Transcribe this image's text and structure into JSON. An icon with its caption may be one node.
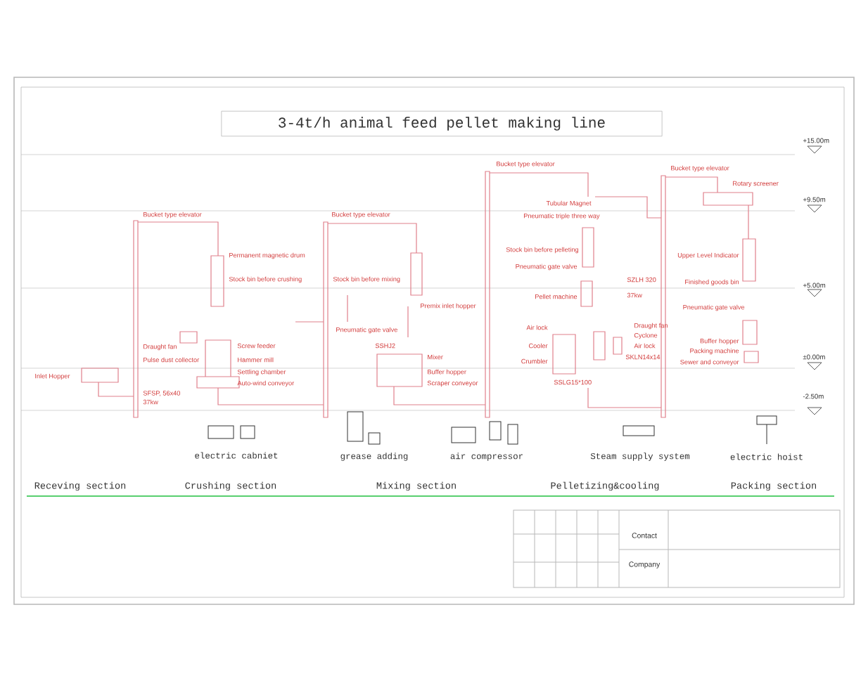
{
  "diagram": {
    "title": "3-4t/h animal feed pellet making line",
    "labels": [
      "+15.00m",
      "+9.50m",
      "+5.00m",
      "±0.00m",
      "-2.50m",
      "Inlet Hopper",
      "Bucket type elevator",
      "Permanent magnetic drum",
      "Stock bin before crushing",
      "Draught fan",
      "Pulse dust collector",
      "Screw feeder",
      "Hammer mill",
      "Settling chamber",
      "Auto-wind conveyor",
      "SFSP, 56x40",
      "37kw",
      "Bucket type elevator",
      "Stock bin before mixing",
      "Premix inlet hopper",
      "Pneumatic gate valve",
      "SSHJ2",
      "Mixer",
      "Buffer hopper",
      "Scraper conveyor",
      "Bucket type elevator",
      "Tubular Magnet",
      "Pneumatic triple three way",
      "Stock bin before pelleting",
      "Pneumatic gate valve",
      "Pellet machine",
      "SZLH 320",
      "37kw",
      "Air lock",
      "Cooler",
      "Crumbler",
      "SSLG15*100",
      "Draught fan",
      "Cyclone",
      "Air lock",
      "SKLN14x14",
      "Bucket type elevator",
      "Rotary screener",
      "Upper Level Indicator",
      "Finished goods bin",
      "Pneumatic gate valve",
      "Buffer hopper",
      "Packing machine",
      "Sewer and conveyor",
      "electric cabniet",
      "grease adding",
      "air compressor",
      "Steam supply system",
      "electric hoist",
      "Receving section",
      "Crushing section",
      "Mixing section",
      "Pelletizing&cooling",
      "Packing section",
      "Contact",
      "Company"
    ]
  }
}
